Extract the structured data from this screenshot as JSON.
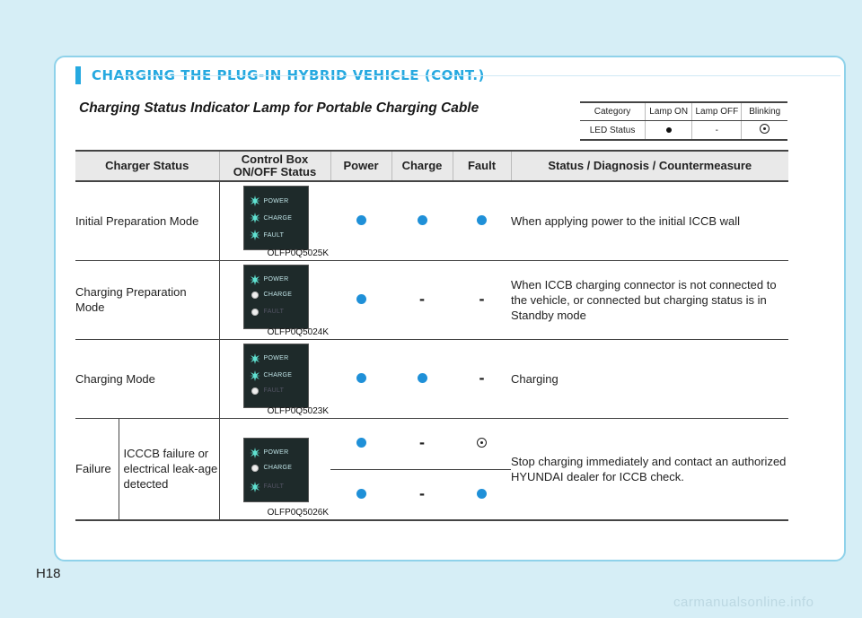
{
  "header": {
    "title": "CHARGING THE PLUG-IN HYBRID VEHICLE (CONT.)"
  },
  "subtitle": "Charging Status Indicator Lamp for Portable Charging Cable",
  "legend": {
    "headers": [
      "Category",
      "Lamp ON",
      "Lamp OFF",
      "Blinking"
    ],
    "row_label": "LED Status",
    "off_symbol": "-"
  },
  "table": {
    "headers": [
      "Charger Status",
      "Control Box ON/OFF Status",
      "Power",
      "Charge",
      "Fault",
      "Status / Diagnosis / Countermeasure"
    ],
    "panel_labels": [
      "POWER",
      "CHARGE",
      "FAULT"
    ],
    "rows": [
      {
        "status": "Initial Preparation Mode",
        "image_code": "OLFP0Q5025K",
        "power": "on",
        "charge": "on",
        "fault": "on",
        "description": "When applying power to the initial ICCB wall"
      },
      {
        "status": "Charging Preparation Mode",
        "image_code": "OLFP0Q5024K",
        "power": "on",
        "charge": "-",
        "fault": "-",
        "description": "When ICCB charging connector is not connected to the vehicle, or connected but charging status is in Standby mode"
      },
      {
        "status": "Charging Mode",
        "image_code": "OLFP0Q5023K",
        "power": "on",
        "charge": "on",
        "fault": "-",
        "description": "Charging"
      },
      {
        "status": "Failure",
        "sub_status": "ICCCB failure or electrical leak-age detected",
        "image_code": "OLFP0Q5026K",
        "sub_rows": [
          {
            "power": "on",
            "charge": "-",
            "fault": "blinking"
          },
          {
            "power": "on",
            "charge": "-",
            "fault": "on"
          }
        ],
        "description": "Stop charging immediately and contact an authorized HYUNDAI dealer for ICCB check."
      }
    ]
  },
  "page_number": "H18",
  "watermark": "carmanualsonline.info",
  "colors": {
    "accent": "#26a9e0",
    "lamp_on": "#1f90d8",
    "frame": "#8fd2ea"
  }
}
